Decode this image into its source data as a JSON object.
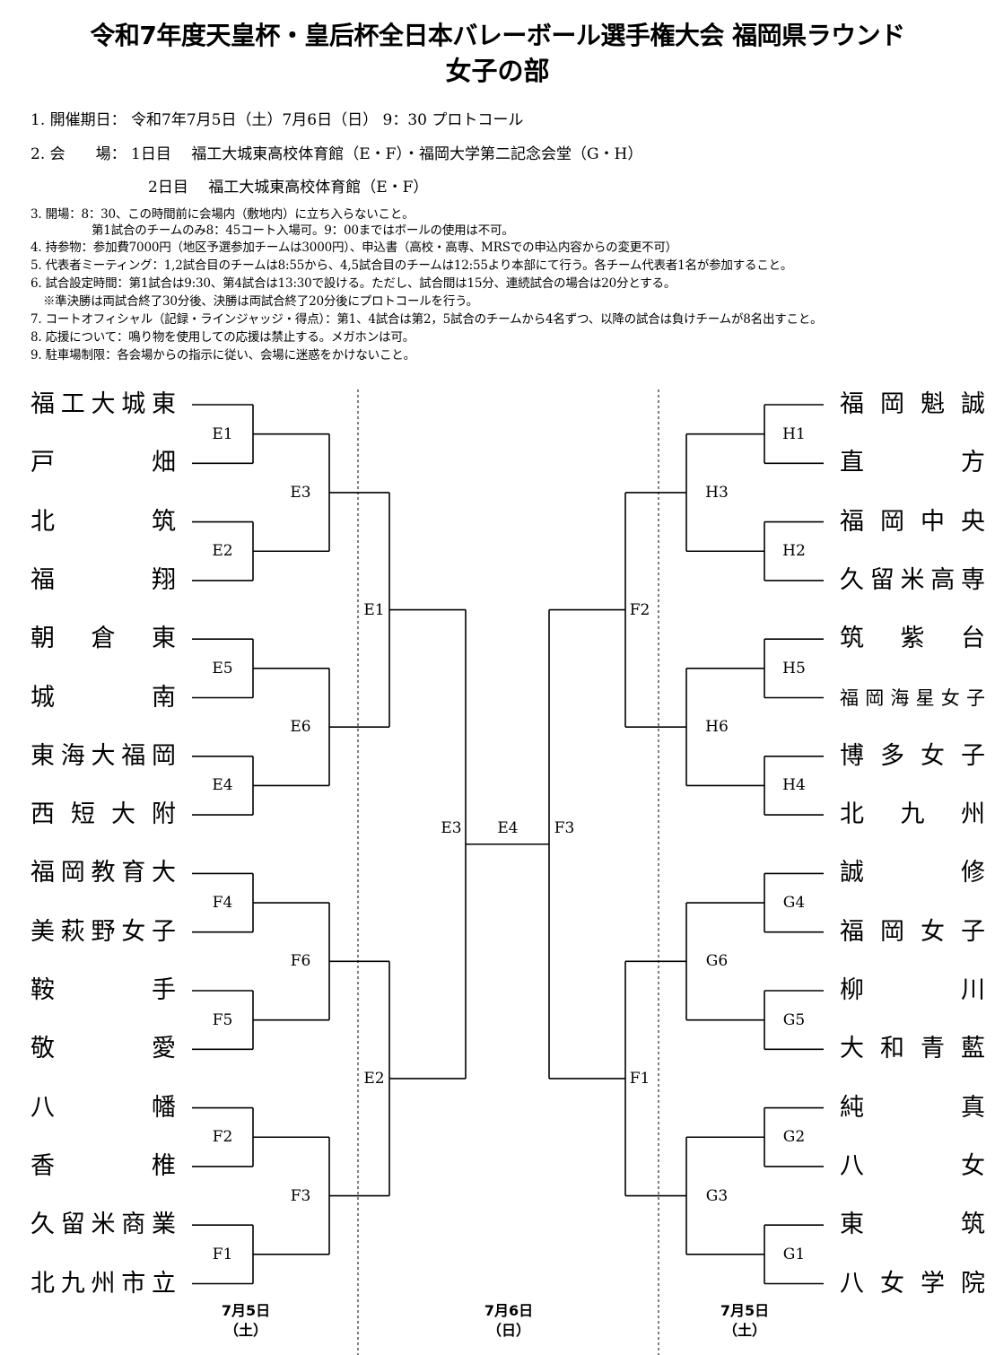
{
  "header": {
    "title": "令和7年度天皇杯・皇后杯全日本バレーボール選手権大会 福岡県ラウンド",
    "subtitle": "女子の部"
  },
  "info": {
    "line1": "1. 開催期日： 令和7年7月5日（土）7月6日（日） 9：30 プロトコール",
    "line2": "2. 会　　場： 1日目　 福工大城東高校体育館（E・F）・福岡大学第二記念会堂（G・H）",
    "line3": "2日目　 福工大城東高校体育館（E・F）"
  },
  "notes": [
    "3. 開場：8：30、この時間前に会場内（敷地内）に立ち入らないこと。",
    "第1試合のチームのみ8：45コート入場可。9：00まではボールの使用は不可。",
    "4. 持参物：参加費7000円（地区予選参加チームは3000円）、申込書（高校・高専、MRSでの申込内容からの変更不可）",
    "5. 代表者ミーティング：1,2試合目のチームは8:55から、4,5試合目のチームは12:55より本部にて行う。各チーム代表者1名が参加すること。",
    "6. 試合設定時間：第1試合は9:30、第4試合は13:30で設ける。ただし、試合間は15分、連続試合の場合は20分とする。",
    "※準決勝は両試合終了30分後、決勝は両試合終了20分後にプロトコールを行う。",
    "7. コートオフィシャル（記録・ラインジャッジ・得点）：第1、4試合は第2，5試合のチームから4名ずつ、以降の試合は負けチームが8名出すこと。",
    "8. 応援について：鳴り物を使用しての応援は禁止する。メガホンは可。",
    "9. 駐車場制限：各会場からの指示に従い、会場に迷惑をかけないこと。"
  ],
  "teams_left": [
    "福工大城東",
    "戸畑",
    "北筑",
    "福翔",
    "朝倉東",
    "城南",
    "東海大福岡",
    "西短大附",
    "福岡教育大",
    "美萩野女子",
    "鞍手",
    "敬愛",
    "八幡",
    "香椎",
    "久留米商業",
    "北九州市立"
  ],
  "teams_right": [
    "福岡魁誠",
    "直方",
    "福岡中央",
    "久留米高専",
    "筑紫台",
    "福岡海星女子",
    "博多女子",
    "北九州",
    "誠修",
    "福岡女子",
    "柳川",
    "大和青藍",
    "純真",
    "八女",
    "東筑",
    "八女学院"
  ],
  "matches_left_r1": [
    "E1",
    "E2",
    "E5",
    "E4",
    "F4",
    "F5",
    "F2",
    "F1"
  ],
  "matches_left_r2": [
    "E3",
    "E6",
    "F6",
    "F3"
  ],
  "matches_left_r3": [
    "E1",
    "E2"
  ],
  "matches_right_r1": [
    "H1",
    "H2",
    "H5",
    "H4",
    "G4",
    "G5",
    "G2",
    "G1"
  ],
  "matches_right_r2": [
    "H3",
    "H6",
    "G6",
    "G3"
  ],
  "matches_right_r3": [
    "F2",
    "F1"
  ],
  "semis": {
    "left": "E3",
    "final": "E4",
    "right": "F3"
  },
  "dates": {
    "left_date": "7月5日",
    "left_day": "（土）",
    "center_date": "7月6日",
    "center_day": "（日）",
    "right_date": "7月5日",
    "right_day": "（土）"
  }
}
